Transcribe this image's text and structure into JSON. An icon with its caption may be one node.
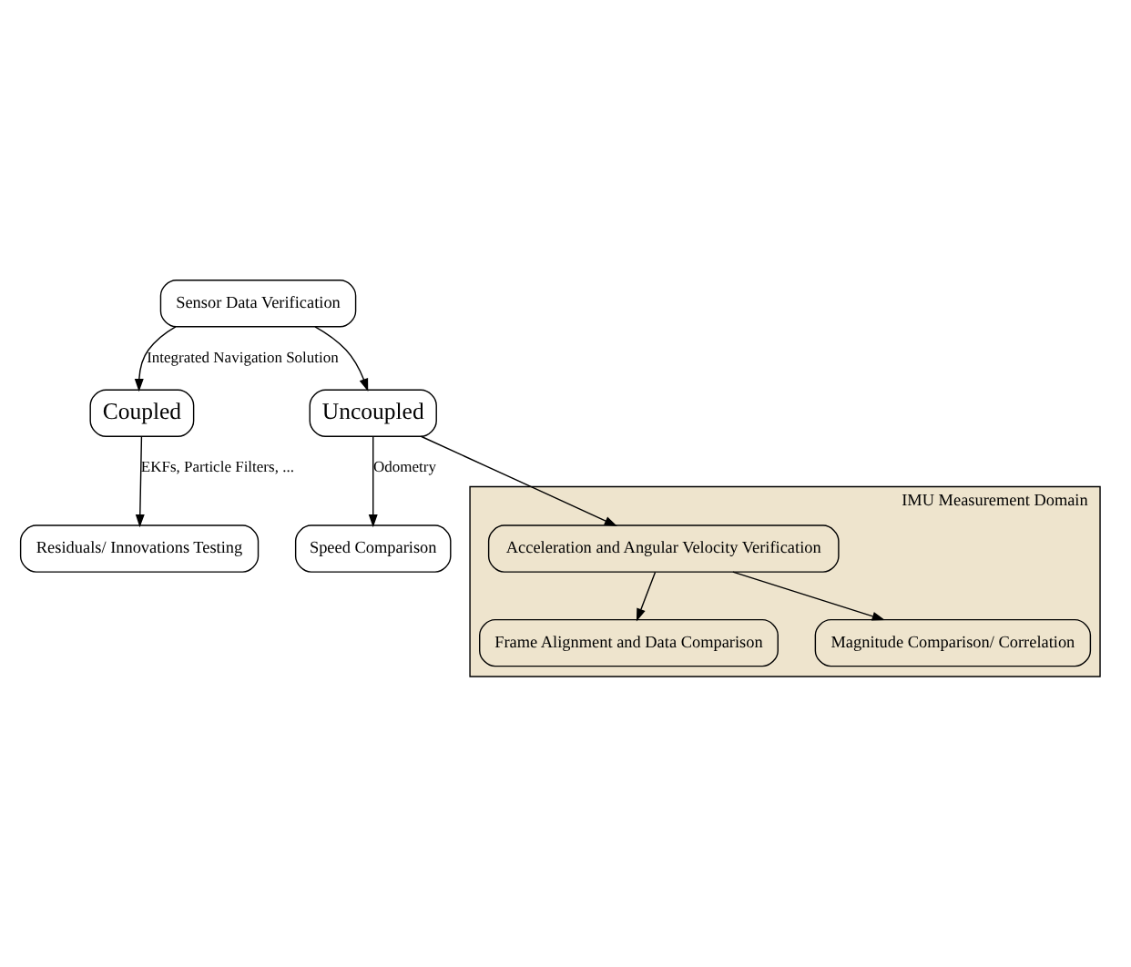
{
  "diagram": {
    "nodes": [
      {
        "text": [
          "Sensor Data Verification"
        ]
      },
      {
        "text": [
          "Coupled"
        ]
      },
      {
        "text": [
          "Uncoupled"
        ]
      },
      {
        "text": [
          "Residuals/ Innovations Testing"
        ]
      },
      {
        "text": [
          "Speed Comparison"
        ]
      },
      {
        "text": [
          "IMU Measurement Domain"
        ]
      },
      {
        "text": [
          "Acceleration and Angular Velocity Verification"
        ],
        "in": 5
      },
      {
        "text": [
          "Frame Alignment and Data Comparison"
        ],
        "in": 5
      },
      {
        "text": [
          "Magnitude Comparison/ Correlation"
        ],
        "in": 5
      }
    ],
    "edges": [
      {
        "from": 0,
        "to": 1,
        "arrow": "to",
        "label": "Integrated Navigation Solution"
      },
      {
        "from": 0,
        "to": 2,
        "arrow": "to"
      },
      {
        "from": 1,
        "to": 3,
        "arrow": "to",
        "label": "EKFs, Particle Filters, ..."
      },
      {
        "from": 2,
        "to": 4,
        "arrow": "to",
        "label": "Odometry"
      },
      {
        "from": 2,
        "to": 6,
        "arrow": "to"
      },
      {
        "from": 6,
        "to": 7,
        "arrow": "to"
      },
      {
        "from": 6,
        "to": 8,
        "arrow": "to"
      }
    ]
  }
}
